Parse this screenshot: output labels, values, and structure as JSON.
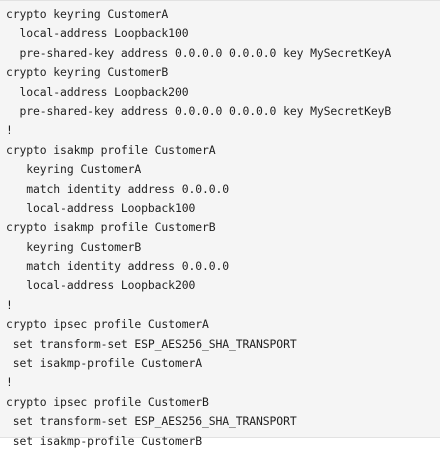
{
  "code_block": {
    "lines": [
      "crypto keyring CustomerA",
      "  local-address Loopback100",
      "  pre-shared-key address 0.0.0.0 0.0.0.0 key MySecretKeyA",
      "crypto keyring CustomerB",
      "  local-address Loopback200",
      "  pre-shared-key address 0.0.0.0 0.0.0.0 key MySecretKeyB",
      "!",
      "crypto isakmp profile CustomerA",
      "   keyring CustomerA",
      "   match identity address 0.0.0.0",
      "   local-address Loopback100",
      "crypto isakmp profile CustomerB",
      "   keyring CustomerB",
      "   match identity address 0.0.0.0",
      "   local-address Loopback200",
      "!",
      "crypto ipsec profile CustomerA",
      " set transform-set ESP_AES256_SHA_TRANSPORT",
      " set isakmp-profile CustomerA",
      "!",
      "crypto ipsec profile CustomerB",
      " set transform-set ESP_AES256_SHA_TRANSPORT",
      " set isakmp-profile CustomerB"
    ]
  }
}
